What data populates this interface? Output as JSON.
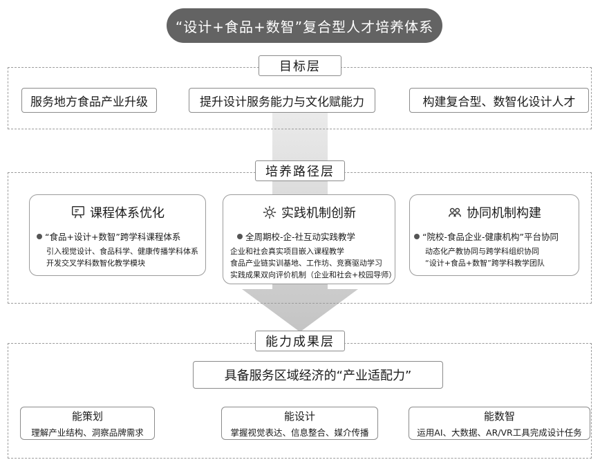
{
  "title": "“设计+食品+数智”复合型人才培养体系",
  "layers": {
    "goal": {
      "label": "目标层",
      "items": [
        "服务地方食品产业升级",
        "提升设计服务能力与文化赋能力",
        "构建复合型、数智化设计人才"
      ]
    },
    "path": {
      "label": "培养路径层",
      "cards": [
        {
          "icon": "curriculum-icon",
          "title": "课程体系优化",
          "bullet": "“食品+设计+数智”跨学科课程体系",
          "lines": [
            "引入视觉设计、食品科学、健康传播学科体系",
            "开发交叉学科数智化教学模块"
          ]
        },
        {
          "icon": "practice-icon",
          "title": "实践机制创新",
          "bullet": "全周期校-企-社互动实践教学",
          "lines": [
            "企业和社会真实项目嵌入课程教学",
            "食品产业链实训基地、工作坊、竞赛驱动学习",
            "实践成果双向评价机制（企业和社会+校园导师）"
          ]
        },
        {
          "icon": "collaboration-icon",
          "title": "协同机制构建",
          "bullet": "“院校-食品企业-健康机构”平台协同",
          "lines": [
            "动态化产教协同与跨学科组织协同",
            "“设计+食品+数智”跨学科教学团队"
          ]
        }
      ]
    },
    "result": {
      "label": "能力成果层",
      "headline": "具备服务区域经济的“产业适配力”",
      "items": [
        {
          "name": "能策划",
          "desc": "理解产业结构、洞察品牌需求"
        },
        {
          "name": "能设计",
          "desc": "掌握视觉表达、信息整合、媒介传播"
        },
        {
          "name": "能数智",
          "desc": "运用AI、大数据、AR/VR工具完成设计任务"
        }
      ]
    }
  },
  "colors": {
    "pill": "#636363",
    "arrow": "#cfcfcf",
    "border": "#8a8a8a",
    "dashed": "#9a9a9a"
  }
}
